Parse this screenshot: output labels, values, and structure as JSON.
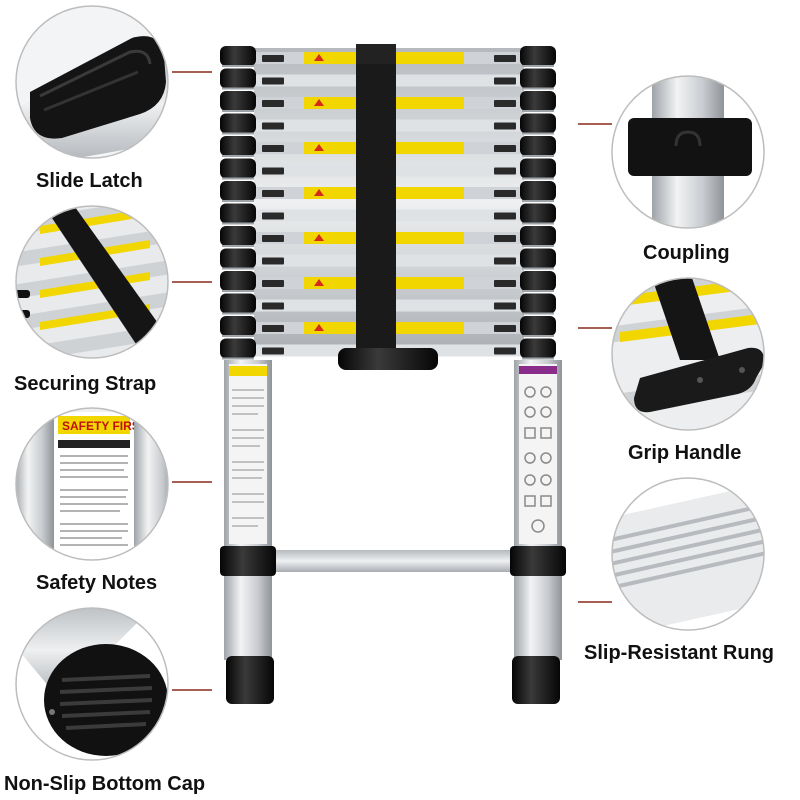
{
  "callouts": {
    "slide_latch": "Slide Latch",
    "securing_strap": "Securing Strap",
    "safety_notes": "Safety Notes",
    "bottom_cap": "Non-Slip Bottom Cap",
    "coupling": "Coupling",
    "grip_handle": "Grip Handle",
    "rung": "Slip-Resistant Rung"
  },
  "colors": {
    "accent_line": "#8b2a1a",
    "aluminum": "#d6d9dc",
    "rubber": "#141414",
    "warning_yellow": "#f2d600",
    "strap": "#1a1a1a"
  }
}
